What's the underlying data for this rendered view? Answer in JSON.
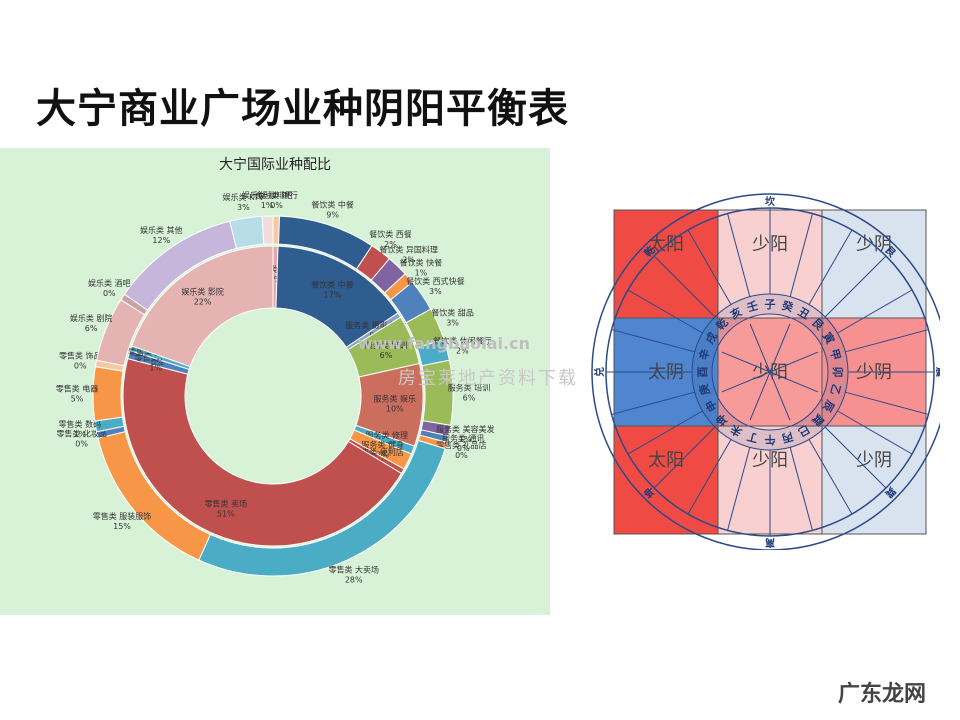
{
  "page": {
    "title": "大宁商业广场业种阴阳平衡表"
  },
  "chart_data": {
    "type": "pie",
    "title": "大宁国际业种配比",
    "inner_ring": [
      {
        "name": "金融类 银行",
        "value": 0,
        "pct": "0%",
        "color": "#e7a8a8"
      },
      {
        "name": "餐饮类 中餐",
        "value": 17,
        "pct": "17%",
        "color": "#2f5d8f"
      },
      {
        "name": "服务类 摄影 摄像",
        "value": 0,
        "pct": "0%",
        "color": "#8aa3c4"
      },
      {
        "name": "服务类 培训",
        "value": 6,
        "pct": "6%",
        "color": "#9bbb59"
      },
      {
        "name": "服务类 娱乐",
        "value": 10,
        "pct": "10%",
        "color": "#cc6e5e"
      },
      {
        "name": "服务类 修理",
        "value": 1,
        "pct": "1%",
        "color": "#4aacc6"
      },
      {
        "name": "服务类 健身",
        "value": 2,
        "pct": "2%",
        "color": "#f79646"
      },
      {
        "name": "零售类 便利店",
        "value": 0,
        "pct": "0%",
        "color": "#c0504d"
      },
      {
        "name": "零售类 卖场",
        "value": 51,
        "pct": "51%",
        "color": "#c0504d"
      },
      {
        "name": "零售类 家纺",
        "value": 1,
        "pct": "1%",
        "color": "#4f81bd"
      },
      {
        "name": "零售类 文化用品",
        "value": 0,
        "pct": "0%",
        "color": "#4bacc6"
      },
      {
        "name": "娱乐类 影院",
        "value": 22,
        "pct": "22%",
        "color": "#e6b3b3"
      }
    ],
    "outer_ring": [
      {
        "name": "金融类 银行",
        "value": 0,
        "pct": "0%",
        "color": "#f2c9a0"
      },
      {
        "name": "餐饮类 中餐",
        "value": 9,
        "pct": "9%",
        "color": "#2f5d8f"
      },
      {
        "name": "餐饮类 西餐",
        "value": 2,
        "pct": "2%",
        "color": "#c0504d"
      },
      {
        "name": "餐饮类 异国料理",
        "value": 2,
        "pct": "2%",
        "color": "#8064a2"
      },
      {
        "name": "餐饮类 快餐",
        "value": 1,
        "pct": "1%",
        "color": "#f79646"
      },
      {
        "name": "餐饮类 西式快餐",
        "value": 3,
        "pct": "3%",
        "color": "#4f81bd"
      },
      {
        "name": "餐饮类 甜品",
        "value": 3,
        "pct": "3%",
        "color": "#9bbb59"
      },
      {
        "name": "餐饮类 休闲餐厅",
        "value": 2,
        "pct": "2%",
        "color": "#4aacc6"
      },
      {
        "name": "服务类 培训",
        "value": 6,
        "pct": "6%",
        "color": "#9bbb59"
      },
      {
        "name": "服务类 美容美发",
        "value": 1,
        "pct": "1%",
        "color": "#8064a2"
      },
      {
        "name": "服务类 通讯",
        "value": 0,
        "pct": "0%",
        "color": "#4f81bd"
      },
      {
        "name": "零售类 礼品店",
        "value": 0,
        "pct": "0%",
        "color": "#f79646"
      },
      {
        "name": "零售类 大卖场",
        "value": 28,
        "pct": "28%",
        "color": "#4bacc6"
      },
      {
        "name": "零售类 服装服饰",
        "value": 15,
        "pct": "15%",
        "color": "#f79646"
      },
      {
        "name": "零售类 化妆品",
        "value": 0,
        "pct": "0%",
        "color": "#4f81bd"
      },
      {
        "name": "零售类 数码",
        "value": 1,
        "pct": "1%",
        "color": "#4bacc6"
      },
      {
        "name": "零售类 电器",
        "value": 5,
        "pct": "5%",
        "color": "#f79646"
      },
      {
        "name": "零售类 饰品",
        "value": 0,
        "pct": "0%",
        "color": "#f2c9a0"
      },
      {
        "name": "娱乐类 剧院",
        "value": 6,
        "pct": "6%",
        "color": "#e6b3b3"
      },
      {
        "name": "娱乐类 酒吧",
        "value": 0,
        "pct": "0%",
        "color": "#c9a3a3"
      },
      {
        "name": "娱乐类 其他",
        "value": 12,
        "pct": "12%",
        "color": "#c7b6dc"
      },
      {
        "name": "娱乐类 KTV",
        "value": 3,
        "pct": "3%",
        "color": "#b7dde8"
      },
      {
        "name": "娱乐类 咖啡吧",
        "value": 1,
        "pct": "1%",
        "color": "#f2dcdb"
      }
    ]
  },
  "watermark": {
    "text": "www.fangbaolai.cn",
    "subtext": "房宝莱地产资料下载"
  },
  "diagram": {
    "grid": [
      [
        "太阳",
        "少阳",
        "少阴"
      ],
      [
        "太阴",
        "少阳",
        "少阴"
      ],
      [
        "太阳",
        "少阳",
        "少阴"
      ]
    ],
    "grid_colors": [
      [
        "#f04a45",
        "#f9d0d0",
        "#d9e2ef"
      ],
      [
        "#4f86cf",
        "#f79a9a",
        "#f79090"
      ],
      [
        "#f04a45",
        "#f9d0d0",
        "#d9e2ef"
      ]
    ],
    "inner_ring_chars": [
      "子",
      "癸",
      "丑",
      "艮",
      "寅",
      "甲",
      "卯",
      "乙",
      "辰",
      "巽",
      "巳",
      "丙",
      "午",
      "丁",
      "未",
      "坤",
      "申",
      "庚",
      "酉",
      "辛",
      "戌",
      "乾",
      "亥",
      "壬"
    ],
    "outer_ring_chars": [
      "坎",
      "艮",
      "震",
      "巽",
      "离",
      "坤",
      "兑",
      "乾"
    ]
  },
  "footer": {
    "logo": "广东龙网"
  }
}
